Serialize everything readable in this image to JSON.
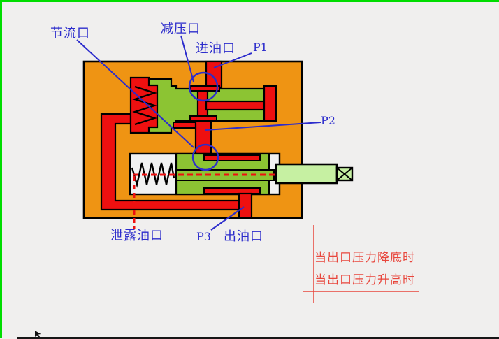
{
  "page": {
    "background": "#f0efee",
    "frame_color": "#00dd00",
    "type_label": "hydraulic pressure reducing valve cross-section diagram"
  },
  "diagram": {
    "colors": {
      "valve_body": "#ef9413",
      "oil_red": "#ee1010",
      "bore_green": "#8cc433",
      "rod_light_green": "#c6f0a2",
      "spring_chamber": "#f1f1f1",
      "label_blue": "#2c2ccc",
      "annotation_red": "#e8463c"
    },
    "labels": {
      "throttle_port": "节流口",
      "reducing_port": "减压口",
      "inlet_port": "进油口",
      "p1": "P1",
      "p2": "P2",
      "p3": "P3",
      "leak_port": "泄露油口",
      "outlet_port": "出油口"
    },
    "annotations": {
      "line1": "当出口压力降底时",
      "line2": "当出口压力升高时"
    }
  }
}
